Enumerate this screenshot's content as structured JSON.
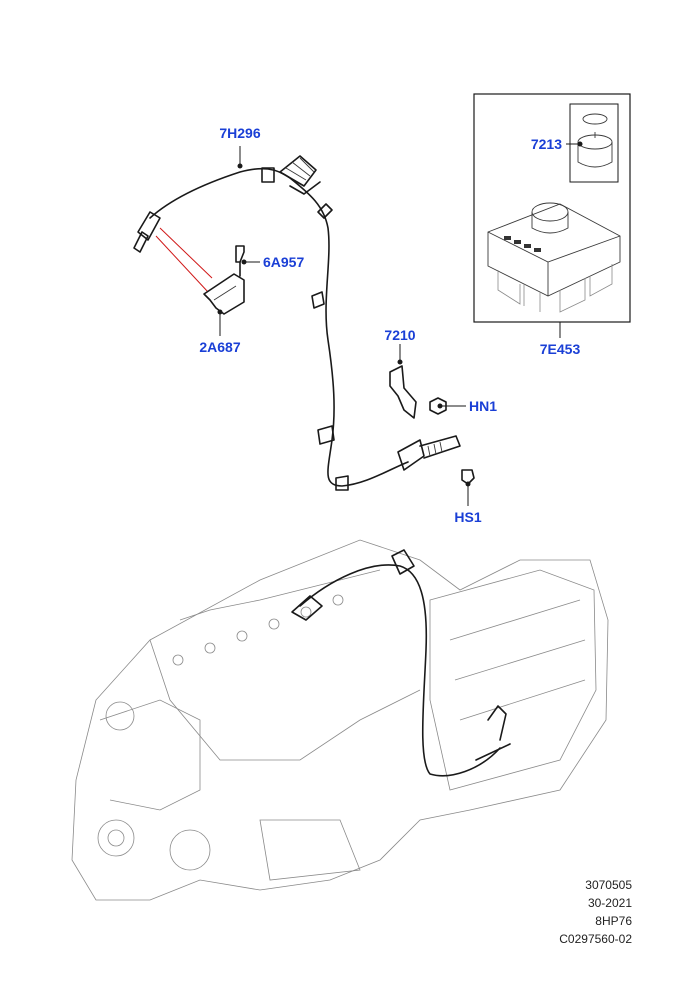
{
  "callouts": {
    "c7H296": "7H296",
    "c6A957": "6A957",
    "c2A687": "2A687",
    "c7210": "7210",
    "cHN1": "HN1",
    "cHS1": "HS1",
    "c7213": "7213",
    "c7E453": "7E453"
  },
  "reference": {
    "line1": "3070505",
    "line2": "30-2021",
    "line3": "8HP76",
    "line4": "C0297560-02"
  },
  "colors": {
    "callout": "#1a3fd6",
    "line": "#1a1a1a",
    "leader_red": "#d01818"
  }
}
